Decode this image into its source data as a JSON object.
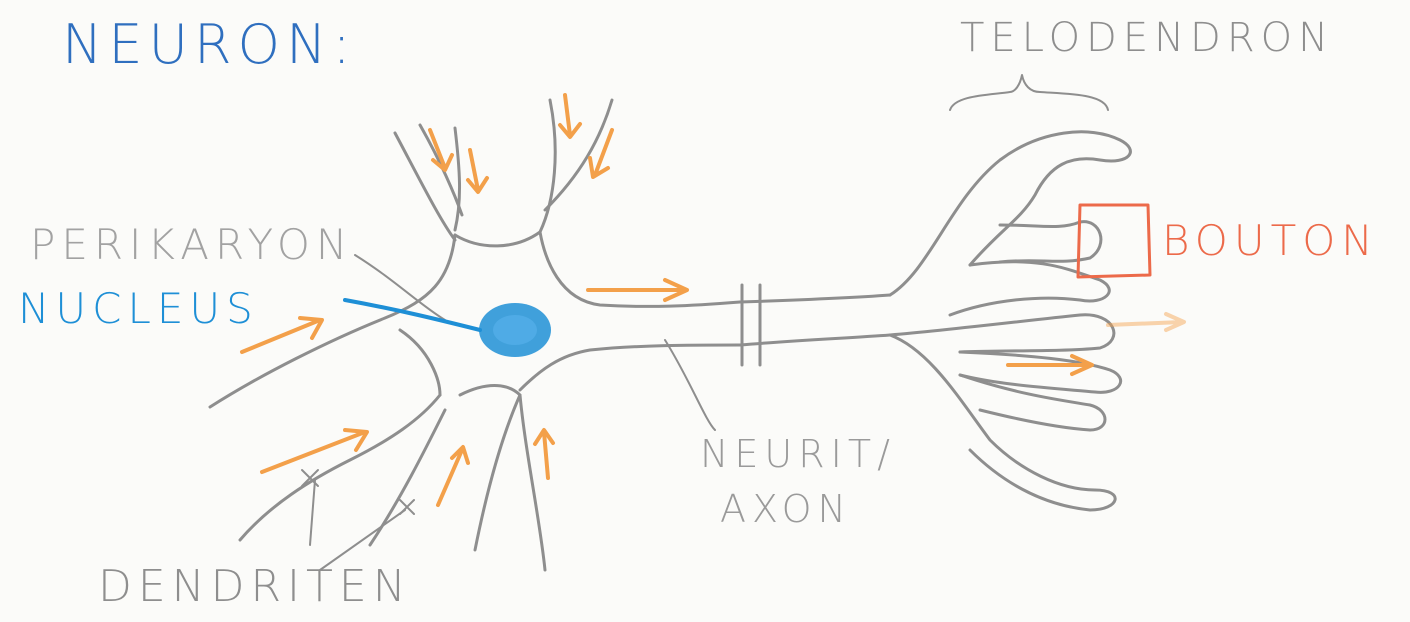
{
  "title": "NEURON:",
  "labels": {
    "telodendron": "TELODENDRON",
    "perikaryon": "PERIKARYON",
    "nucleus": "NUCLEUS",
    "bouton": "BOUTON",
    "neurit": "NEURIT/",
    "axon": "AXON",
    "dendriten": "DENDRITEN"
  },
  "colors": {
    "pencil_gray": "#8e8e8e",
    "nucleus_blue": "#1e8fd6",
    "title_blue": "#2f6fbf",
    "arrow_orange": "#f3a04a",
    "bouton_red": "#ec6a4a"
  }
}
